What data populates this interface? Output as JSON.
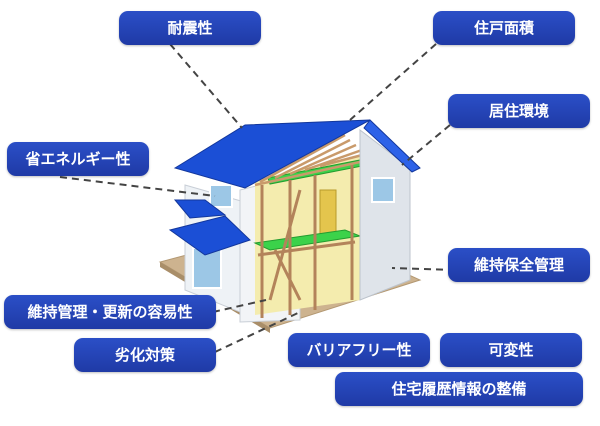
{
  "labels": {
    "earthquake_resistance": "耐震性",
    "floor_area": "住戸面積",
    "living_environment": "居住環境",
    "energy_saving": "省エネルギー性",
    "maintenance_management": "維持保全管理",
    "maintenance_renewal_ease": "維持管理・更新の容易性",
    "deterioration_measures": "劣化対策",
    "barrier_free": "バリアフリー性",
    "variability": "可変性",
    "housing_history_records": "住宅履歴情報の整備"
  },
  "colors": {
    "label_bg": "#1f3aa6",
    "roof": "#1b4fd6",
    "wall": "#eef2f6",
    "frame_green": "#3bd24a",
    "ground": "#cdb38f"
  }
}
